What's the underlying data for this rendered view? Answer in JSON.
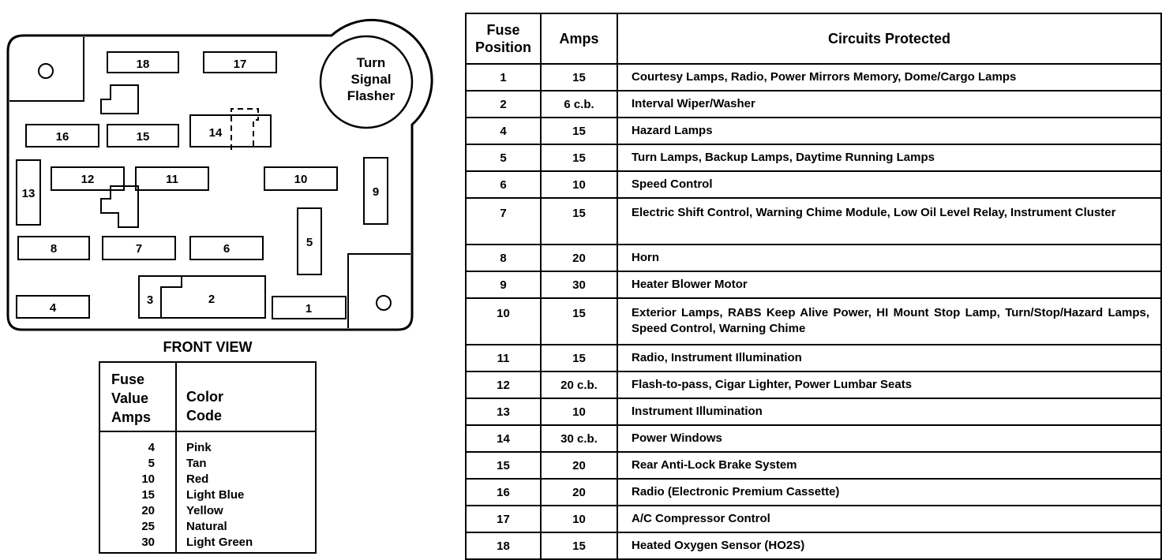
{
  "diagram": {
    "fuses": [
      {
        "id": "fuse-18",
        "label": "18"
      },
      {
        "id": "fuse-17",
        "label": "17"
      },
      {
        "id": "fuse-16",
        "label": "16"
      },
      {
        "id": "fuse-15",
        "label": "15"
      },
      {
        "id": "fuse-14",
        "label": "14"
      },
      {
        "id": "fuse-13",
        "label": "13"
      },
      {
        "id": "fuse-12",
        "label": "12"
      },
      {
        "id": "fuse-11",
        "label": "11"
      },
      {
        "id": "fuse-10",
        "label": "10"
      },
      {
        "id": "fuse-9",
        "label": "9"
      },
      {
        "id": "fuse-8",
        "label": "8"
      },
      {
        "id": "fuse-7",
        "label": "7"
      },
      {
        "id": "fuse-6",
        "label": "6"
      },
      {
        "id": "fuse-5",
        "label": "5"
      },
      {
        "id": "fuse-4",
        "label": "4"
      },
      {
        "id": "fuse-3",
        "label": "3"
      },
      {
        "id": "fuse-2",
        "label": "2"
      },
      {
        "id": "fuse-1",
        "label": "1"
      }
    ],
    "flasher": {
      "line1": "Turn",
      "line2": "Signal",
      "line3": "Flasher"
    },
    "caption": "FRONT VIEW"
  },
  "color_code": {
    "header": {
      "col1": [
        "Fuse",
        "Value",
        "Amps"
      ],
      "col2": [
        "Color",
        "Code"
      ]
    },
    "rows": [
      {
        "amps": "4",
        "color": "Pink"
      },
      {
        "amps": "5",
        "color": "Tan"
      },
      {
        "amps": "10",
        "color": "Red"
      },
      {
        "amps": "15",
        "color": "Light Blue"
      },
      {
        "amps": "20",
        "color": "Yellow"
      },
      {
        "amps": "25",
        "color": "Natural"
      },
      {
        "amps": "30",
        "color": "Light Green"
      }
    ]
  },
  "circuits": {
    "header": {
      "position": [
        "Fuse",
        "Position"
      ],
      "amps": "Amps",
      "circuits": "Circuits Protected"
    },
    "rows": [
      {
        "position": "1",
        "amps": "15",
        "circuits": "Courtesy Lamps, Radio, Power Mirrors Memory, Dome/Cargo Lamps"
      },
      {
        "position": "2",
        "amps": "6 c.b.",
        "circuits": "Interval Wiper/Washer"
      },
      {
        "position": "4",
        "amps": "15",
        "circuits": "Hazard Lamps"
      },
      {
        "position": "5",
        "amps": "15",
        "circuits": "Turn Lamps, Backup Lamps, Daytime Running Lamps"
      },
      {
        "position": "6",
        "amps": "10",
        "circuits": "Speed Control"
      },
      {
        "position": "7",
        "amps": "15",
        "circuits": "Electric Shift Control, Warning Chime Module, Low Oil Level Relay, Instrument Cluster"
      },
      {
        "position": "8",
        "amps": "20",
        "circuits": "Horn"
      },
      {
        "position": "9",
        "amps": "30",
        "circuits": "Heater Blower Motor"
      },
      {
        "position": "10",
        "amps": "15",
        "circuits": "Exterior Lamps, RABS Keep Alive Power, HI Mount Stop Lamp, Turn/Stop/Hazard Lamps, Speed Control, Warning Chime"
      },
      {
        "position": "11",
        "amps": "15",
        "circuits": "Radio, Instrument Illumination"
      },
      {
        "position": "12",
        "amps": "20 c.b.",
        "circuits": "Flash-to-pass, Cigar Lighter, Power Lumbar Seats"
      },
      {
        "position": "13",
        "amps": "10",
        "circuits": "Instrument Illumination"
      },
      {
        "position": "14",
        "amps": "30 c.b.",
        "circuits": "Power Windows"
      },
      {
        "position": "15",
        "amps": "20",
        "circuits": "Rear Anti-Lock Brake System"
      },
      {
        "position": "16",
        "amps": "20",
        "circuits": "Radio (Electronic Premium Cassette)"
      },
      {
        "position": "17",
        "amps": "10",
        "circuits": "A/C Compressor Control"
      },
      {
        "position": "18",
        "amps": "15",
        "circuits": "Heated Oxygen Sensor (HO2S)"
      }
    ]
  }
}
